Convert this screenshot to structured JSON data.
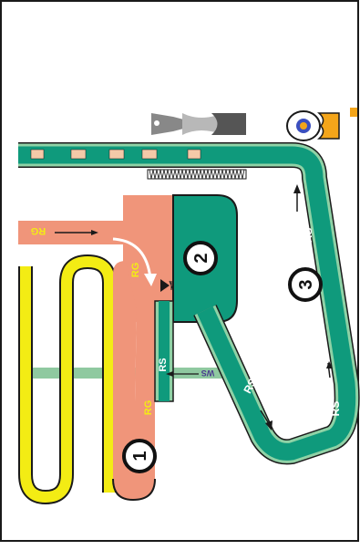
{
  "colors": {
    "background": "#ffffff",
    "frame": "#1a1a1a",
    "rs_channel": "#0f9a7c",
    "rs_outline": "#8fd2a6",
    "rg_channel": "#f0957a",
    "yellow_tube": "#f3ec14",
    "ws_band": "#8fc9a0",
    "label_white": "#ffffff",
    "label_yellow": "#f3ec14",
    "label_purple": "#4a3b8f",
    "beige_block": "#f4c9a8",
    "circle_fill": "#ffffff",
    "circle_stroke": "#111111"
  },
  "labels": {
    "rg_left": "RG",
    "rg_curve": "RG",
    "rg_lower": "RG",
    "rs_vertical": "RS",
    "rs_top_right": "RS",
    "rs_diagonal": "RS",
    "rs_bottom_right": "RS",
    "ws": "WS"
  },
  "markers": [
    {
      "id": "1",
      "text": "1"
    },
    {
      "id": "2",
      "text": "2"
    },
    {
      "id": "3",
      "text": "3"
    }
  ],
  "icons": {
    "valve": "valve-icon",
    "bowtie": "bowtie-icon",
    "burner": "burner-icon",
    "spring": "spring-icon"
  }
}
